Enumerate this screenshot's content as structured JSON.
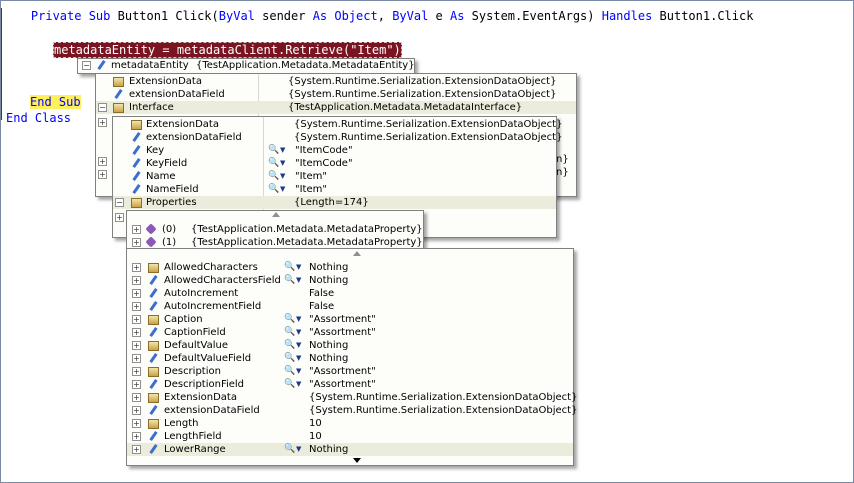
{
  "code": {
    "line1": {
      "indent": "    ",
      "kw1": "Private Sub",
      "t1": " Button1 Click(",
      "kw2": "ByVal",
      "t2": " sender ",
      "kw3": "As",
      "t3": " ",
      "kw4": "Object",
      "t4": ", ",
      "kw5": "ByVal",
      "t5": " e ",
      "kw6": "As",
      "t6": " System.EventArgs) ",
      "kw7": "Handles",
      "t7": " Button1.Click"
    },
    "statement": "metadataEntity = metadataClient.Retrieve(\"Item\")",
    "end_sub": "End Sub",
    "end_class": "End Class"
  },
  "tip1": {
    "name": "metadataEntity",
    "value": "{TestApplication.Metadata.MetadataEntity}"
  },
  "tip2": {
    "rows": [
      {
        "name": "ExtensionData",
        "value": "{System.Runtime.Serialization.ExtensionDataObject}",
        "icon": "property-icon"
      },
      {
        "name": "extensionDataField",
        "value": "{System.Runtime.Serialization.ExtensionDataObject}",
        "icon": "field-icon"
      },
      {
        "name": "Interface",
        "value": "{TestApplication.Metadata.MetadataInterface}",
        "icon": "property-icon"
      }
    ],
    "hidden_tail_1": "n}",
    "hidden_tail_2": "n}"
  },
  "tip3": {
    "rows": [
      {
        "name": "ExtensionData",
        "value": "{System.Runtime.Serialization.ExtensionDataObject}"
      },
      {
        "name": "extensionDataField",
        "value": "{System.Runtime.Serialization.ExtensionDataObject}"
      },
      {
        "name": "Key",
        "value": "\"ItemCode\""
      },
      {
        "name": "KeyField",
        "value": "\"ItemCode\""
      },
      {
        "name": "Name",
        "value": "\"Item\""
      },
      {
        "name": "NameField",
        "value": "\"Item\""
      },
      {
        "name": "Properties",
        "value": "{Length=174}"
      }
    ]
  },
  "tip4": {
    "rows": [
      {
        "name": "(0)",
        "value": "{TestApplication.Metadata.MetadataProperty}"
      },
      {
        "name": "(1)",
        "value": "{TestApplication.Metadata.MetadataProperty}"
      }
    ]
  },
  "tip5": {
    "rows": [
      {
        "name": "AllowedCharacters",
        "value": "Nothing"
      },
      {
        "name": "AllowedCharactersField",
        "value": "Nothing"
      },
      {
        "name": "AutoIncrement",
        "value": "False"
      },
      {
        "name": "AutoIncrementField",
        "value": "False"
      },
      {
        "name": "Caption",
        "value": "\"Assortment\""
      },
      {
        "name": "CaptionField",
        "value": "\"Assortment\""
      },
      {
        "name": "DefaultValue",
        "value": "Nothing"
      },
      {
        "name": "DefaultValueField",
        "value": "Nothing"
      },
      {
        "name": "Description",
        "value": "\"Assortment\""
      },
      {
        "name": "DescriptionField",
        "value": "\"Assortment\""
      },
      {
        "name": "ExtensionData",
        "value": "{System.Runtime.Serialization.ExtensionDataObject}"
      },
      {
        "name": "extensionDataField",
        "value": "{System.Runtime.Serialization.ExtensionDataObject}"
      },
      {
        "name": "Length",
        "value": "10"
      },
      {
        "name": "LengthField",
        "value": "10"
      },
      {
        "name": "LowerRange",
        "value": "Nothing"
      }
    ]
  },
  "glyphs": {
    "collapse": "−",
    "expand": "+",
    "magnifier": "🔍",
    "dropdown": "▼"
  }
}
